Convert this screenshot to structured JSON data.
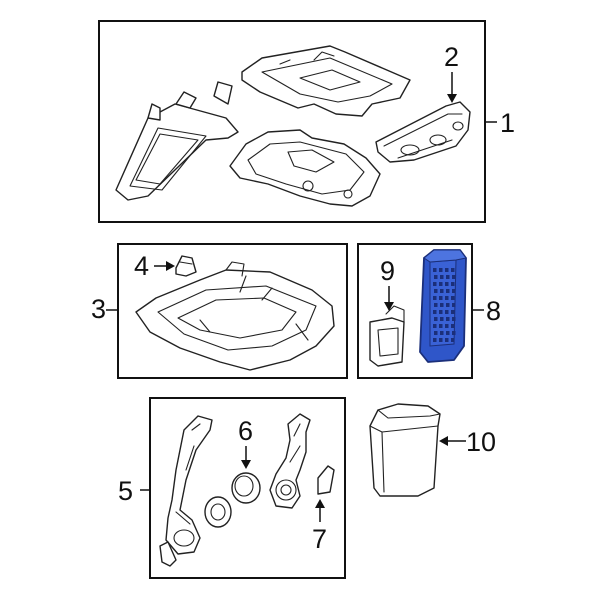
{
  "callouts": {
    "c1": "1",
    "c2": "2",
    "c3": "3",
    "c4": "4",
    "c5": "5",
    "c6": "6",
    "c7": "7",
    "c8": "8",
    "c9": "9",
    "c10": "10"
  },
  "colors": {
    "highlight_part": "#2f56c9",
    "highlight_dark": "#1b2f7a",
    "line": "#222222"
  },
  "highlighted_callout": "8"
}
